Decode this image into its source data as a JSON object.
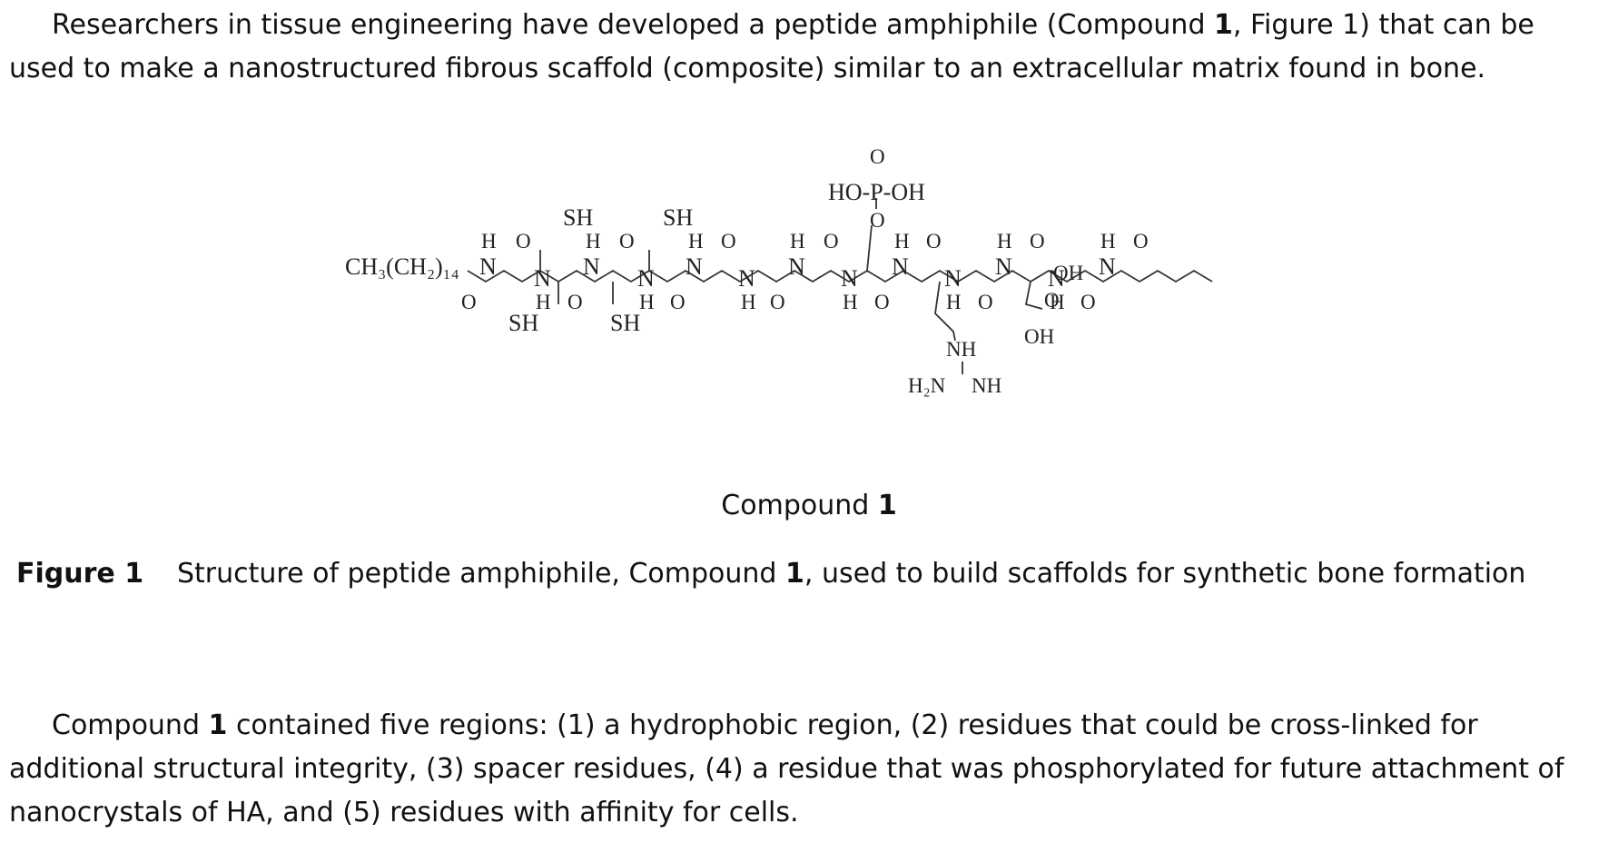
{
  "intro": {
    "part1": "Researchers in tissue engineering have developed a peptide amphiphile (Compound ",
    "bold1": "1",
    "part2": ", Figure 1) that can be used to make a nanostructured fibrous scaffold (composite) similar to an extracellular matrix found in bone."
  },
  "structure": {
    "tail": "CH₃(CH₂)₁₄",
    "h": "H",
    "o": "O",
    "n": "N",
    "sh": "SH",
    "phosphate_top": "HO-P-OH",
    "oh": "OH",
    "nh": "NH",
    "h2n": "H₂N",
    "nh2": "NH"
  },
  "compound_label": {
    "text": "Compound ",
    "bold": "1"
  },
  "figure": {
    "label": "Figure 1",
    "part1": "Structure of peptide amphiphile, Compound ",
    "bold": "1",
    "part2": ", used to build scaffolds for synthetic bone formation"
  },
  "regions": {
    "part1": "Compound ",
    "bold1": "1",
    "part2": " contained five regions: (1) a hydrophobic region, (2) residues that could be cross-linked for additional structural integrity, (3) spacer residues, (4) a residue that was phosphorylated for future attachment of nanocrystals of HA, and (5) residues with affinity for cells."
  }
}
